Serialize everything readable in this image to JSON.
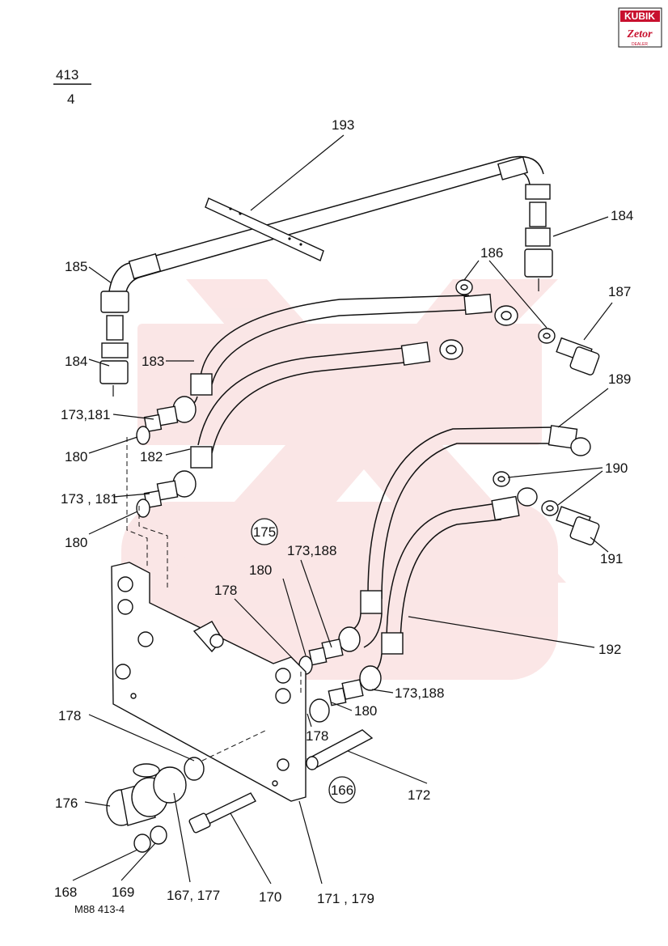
{
  "page_number": {
    "top": "413",
    "bottom": "4"
  },
  "logo": {
    "word1": "KUBIK",
    "word2": "Zetor",
    "tag": "DEALER"
  },
  "footer": "M88   413-4",
  "callouts": {
    "c193": "193",
    "c184a": "184",
    "c185": "185",
    "c186": "186",
    "c187": "187",
    "c184b": "184",
    "c183": "183",
    "c189": "189",
    "c173_181a": "173,181",
    "c180a": "180",
    "c182": "182",
    "c190": "190",
    "c173_181b": "173 , 181",
    "c180b": "180",
    "c191": "191",
    "c175": "175",
    "c173_188a": "173,188",
    "c180c": "180",
    "c178a": "178",
    "c192": "192",
    "c173_188b": "173,188",
    "c180d": "180",
    "c178b": "178",
    "c178c": "178",
    "c166": "166",
    "c172": "172",
    "c176": "176",
    "c168": "168",
    "c169": "169",
    "c167_177": "167, 177",
    "c170": "170",
    "c171_179": "171 , 179"
  }
}
